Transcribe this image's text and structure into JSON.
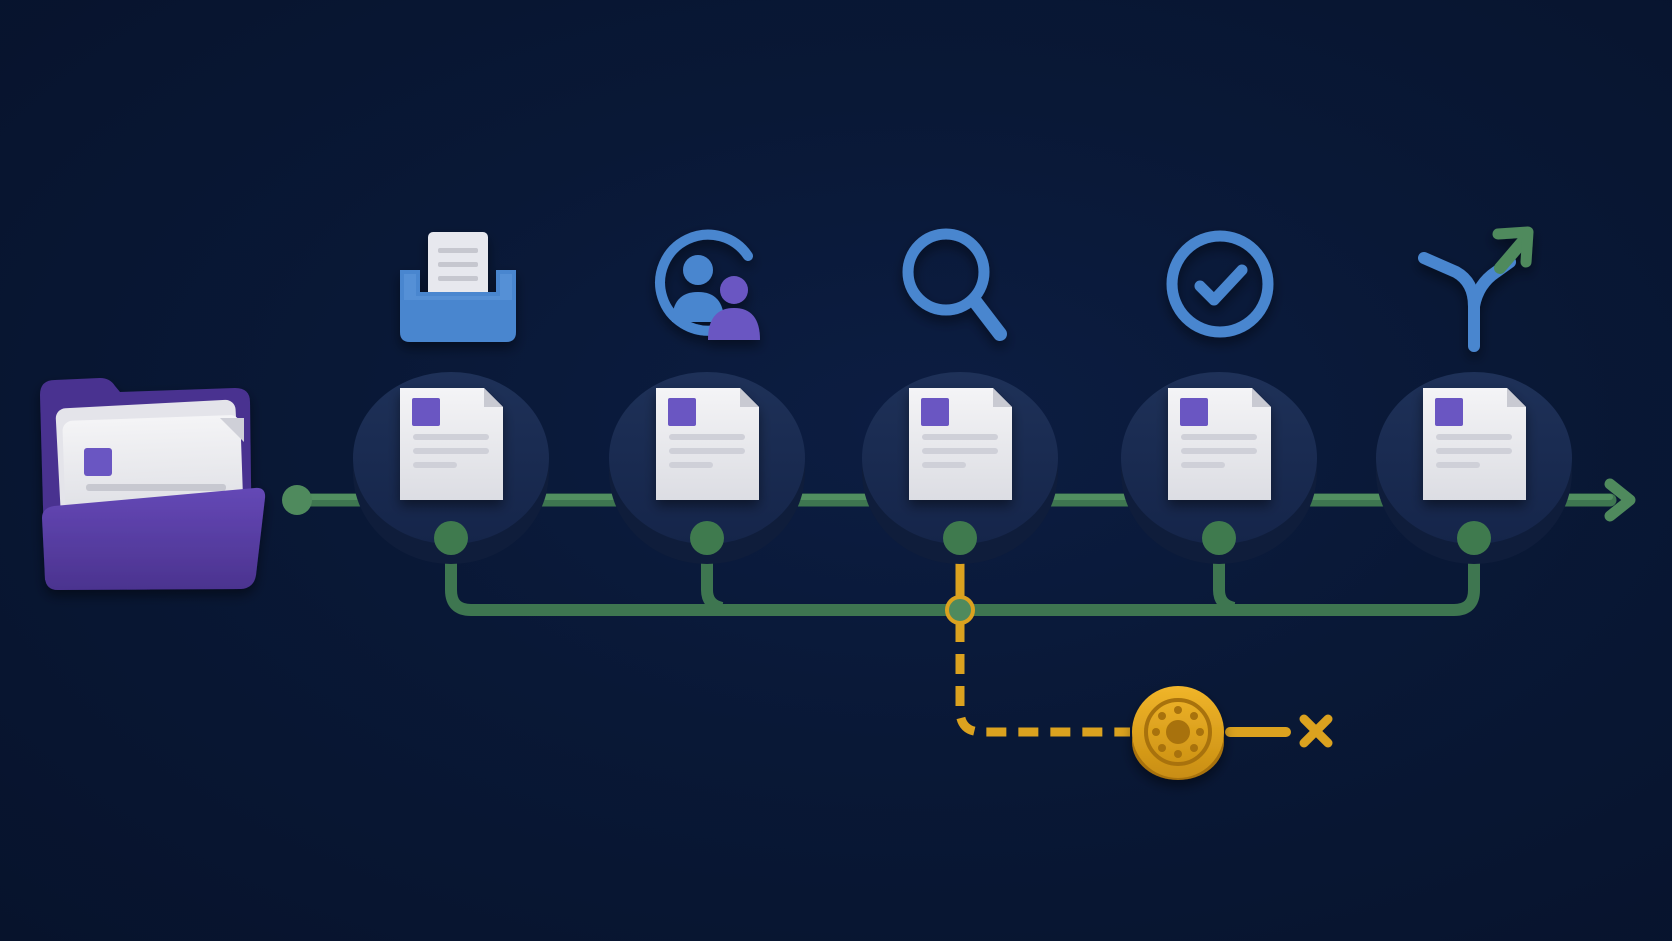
{
  "diagram": {
    "source": {
      "icon": "folder-with-documents-icon"
    },
    "stages": [
      {
        "id": "intake",
        "icon": "inbox-tray-icon",
        "document_icon": "document-icon"
      },
      {
        "id": "assignment",
        "icon": "users-refresh-icon",
        "document_icon": "document-icon"
      },
      {
        "id": "review",
        "icon": "magnifier-icon",
        "document_icon": "document-icon"
      },
      {
        "id": "approval",
        "icon": "check-circle-icon",
        "document_icon": "document-icon"
      },
      {
        "id": "routing",
        "icon": "fork-arrow-icon",
        "document_icon": "document-icon"
      }
    ],
    "exception_branch": {
      "node_icon": "archive-dial-icon",
      "end_icon": "x-terminate-icon"
    },
    "colors": {
      "background": "#081634",
      "flow_line": "#4f8a5d",
      "node_dot": "#3f7a4e",
      "stage_disc": "#1a2b4d",
      "stage_icon": "#4a86cf",
      "folder": "#5b3fa6",
      "document_accent": "#6b56c2",
      "exception": "#dba21f"
    }
  }
}
